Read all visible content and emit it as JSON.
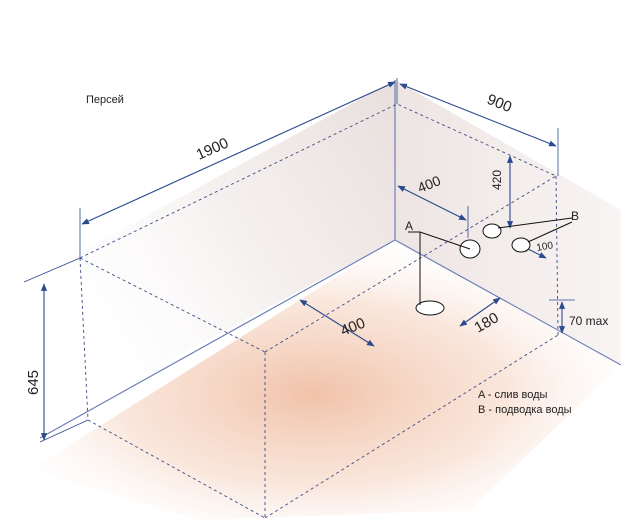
{
  "title": "Персей",
  "dimensions": {
    "length": "1900",
    "width": "900",
    "height": "645",
    "drain_from_back_wall": "400",
    "drain_along_floor": "400",
    "drain_from_side": "180",
    "supply_height": "420",
    "supply_spacing": "100",
    "drain_max": "70 max"
  },
  "markers": {
    "drain": "A",
    "supply": "B"
  },
  "legend": [
    "A - слив воды",
    "B - подводка воды"
  ],
  "colors": {
    "dimension_line": "#2b4a8e",
    "floor_tint": "#f2cdb8",
    "wall_shade": "#efe6e4"
  }
}
